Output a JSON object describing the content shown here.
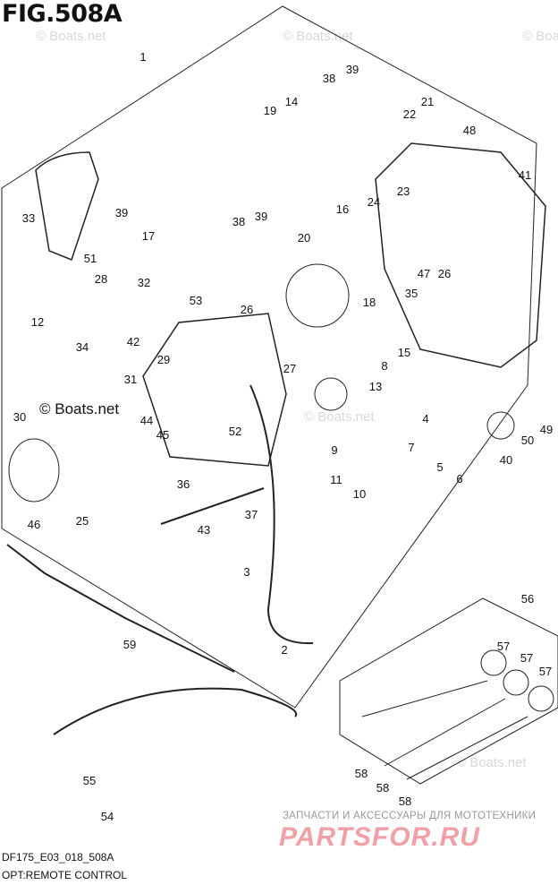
{
  "figure": {
    "title": "FIG.508A",
    "code": "DF175_E03_018_508A",
    "caption": "OPT:REMOTE CONTROL"
  },
  "watermarks": {
    "boats": "© Boats.net",
    "ru_line": "ЗАПЧАСТИ И АКСЕССУАРЫ ДЛЯ МОТОТЕХНИКИ",
    "ru_logo": "PARTSFOR.RU"
  },
  "callouts": [
    "1",
    "38",
    "39",
    "14",
    "19",
    "21",
    "22",
    "48",
    "41",
    "23",
    "24",
    "16",
    "20",
    "39",
    "17",
    "38",
    "39",
    "33",
    "51",
    "28",
    "32",
    "12",
    "34",
    "53",
    "26",
    "18",
    "35",
    "47",
    "26",
    "42",
    "29",
    "31",
    "27",
    "8",
    "15",
    "13",
    "30",
    "44",
    "45",
    "52",
    "4",
    "7",
    "9",
    "11",
    "10",
    "5",
    "6",
    "40",
    "50",
    "49",
    "46",
    "25",
    "36",
    "37",
    "43",
    "3",
    "56",
    "59",
    "2",
    "57",
    "57",
    "57",
    "58",
    "58",
    "58",
    "55",
    "54"
  ],
  "colors": {
    "line": "#222222",
    "text": "#111111",
    "watermark": "#d8d8d8",
    "logo": "#f2a0a8"
  }
}
